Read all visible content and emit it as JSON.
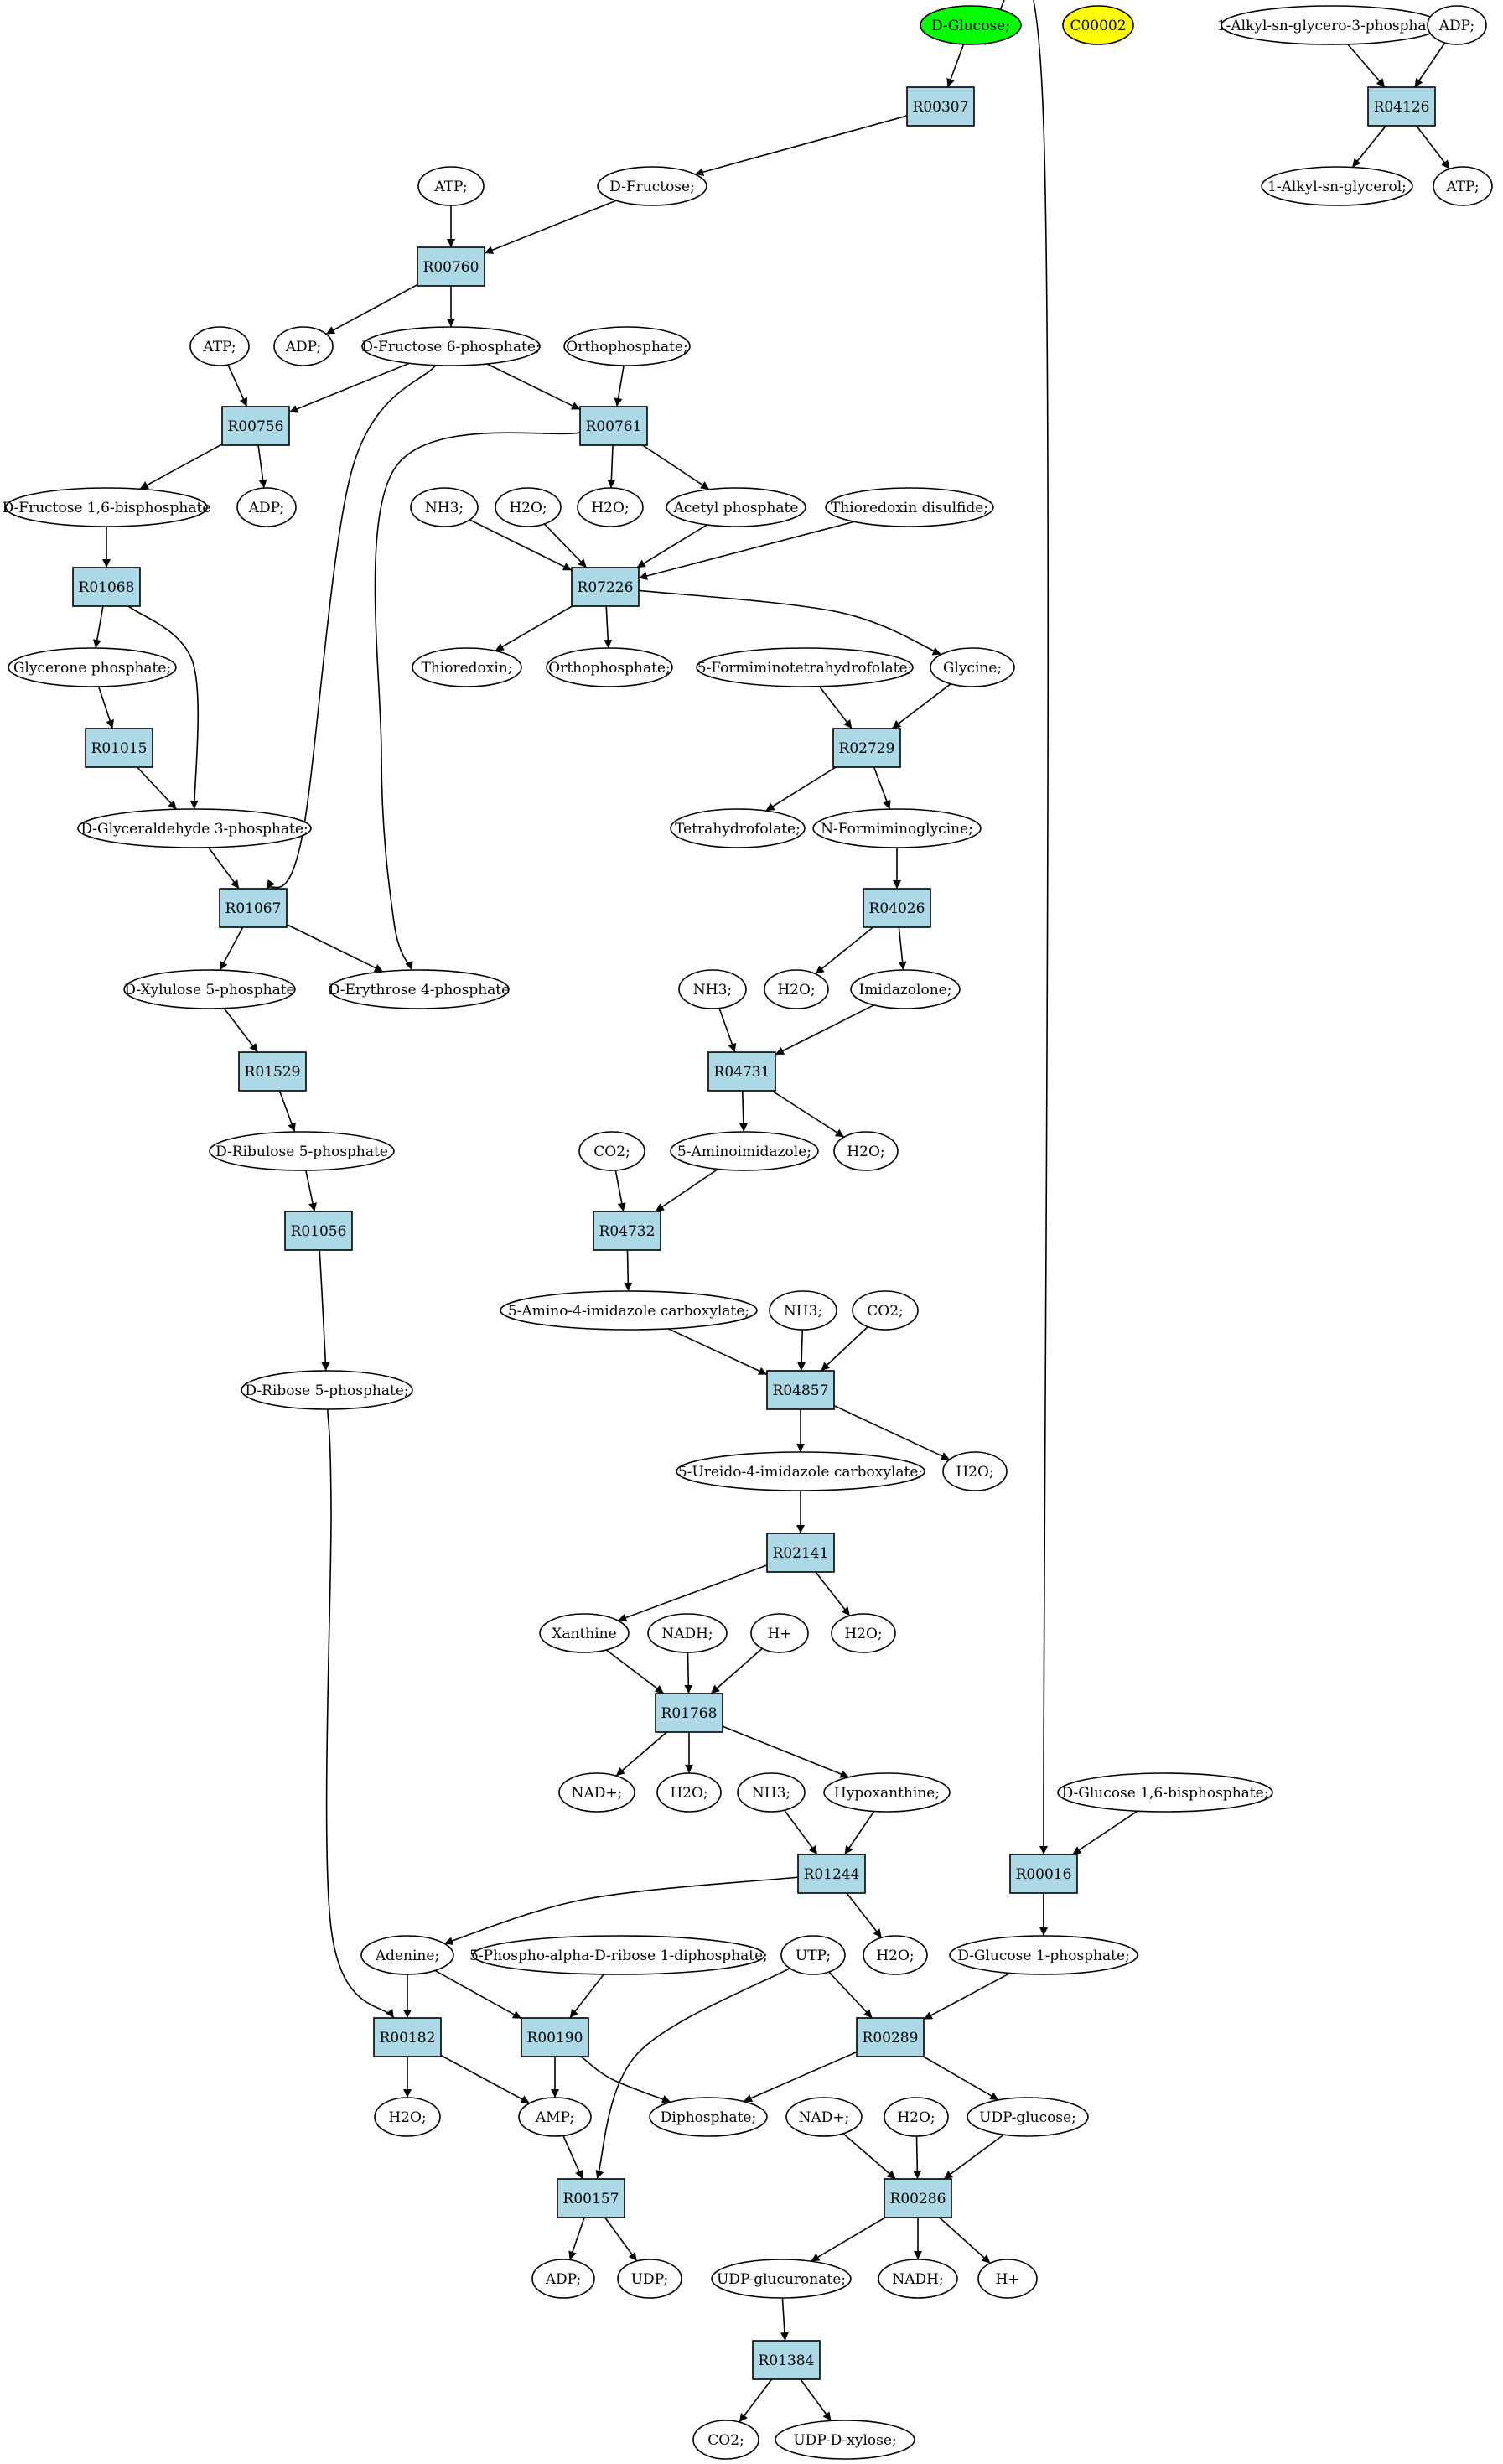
{
  "colors": {
    "root_fill": "#00ff00",
    "orphan_fill": "#ffff00",
    "reaction_fill": "#add8e6",
    "metabolite_fill": "#ffffff",
    "edge": "#000000"
  },
  "nodes": {
    "D_Glucose": {
      "label": "D-Glucose;",
      "kind": "metabolite",
      "style": "root"
    },
    "C00002": {
      "label": "C00002",
      "kind": "metabolite",
      "style": "orphan"
    },
    "Alkyl_G3P": {
      "label": "1-Alkyl-sn-glycero-3-phosphate;",
      "kind": "metabolite"
    },
    "ADP_top": {
      "label": "ADP;",
      "kind": "metabolite"
    },
    "R00307": {
      "label": "R00307",
      "kind": "reaction"
    },
    "R04126": {
      "label": "R04126",
      "kind": "reaction"
    },
    "ATP_1": {
      "label": "ATP;",
      "kind": "metabolite"
    },
    "D_Fructose": {
      "label": "D-Fructose;",
      "kind": "metabolite"
    },
    "Alkyl_glycerol": {
      "label": "1-Alkyl-sn-glycerol;",
      "kind": "metabolite"
    },
    "ATP_top": {
      "label": "ATP;",
      "kind": "metabolite"
    },
    "R00760": {
      "label": "R00760",
      "kind": "reaction"
    },
    "ATP_2": {
      "label": "ATP;",
      "kind": "metabolite"
    },
    "ADP_1": {
      "label": "ADP;",
      "kind": "metabolite"
    },
    "F6P": {
      "label": "D-Fructose 6-phosphate;",
      "kind": "metabolite"
    },
    "Orthophosphate_1": {
      "label": "Orthophosphate;",
      "kind": "metabolite"
    },
    "R00756": {
      "label": "R00756",
      "kind": "reaction"
    },
    "R00761": {
      "label": "R00761",
      "kind": "reaction"
    },
    "F16BP": {
      "label": "D-Fructose 1,6-bisphosphate",
      "kind": "metabolite"
    },
    "ADP_2": {
      "label": "ADP;",
      "kind": "metabolite"
    },
    "NH3_1": {
      "label": "NH3;",
      "kind": "metabolite"
    },
    "H2O_1": {
      "label": "H2O;",
      "kind": "metabolite"
    },
    "H2O_2": {
      "label": "H2O;",
      "kind": "metabolite"
    },
    "Acetyl_phosphate": {
      "label": "Acetyl phosphate",
      "kind": "metabolite"
    },
    "Thioredoxin_disulfide": {
      "label": "Thioredoxin disulfide;",
      "kind": "metabolite"
    },
    "R01068": {
      "label": "R01068",
      "kind": "reaction"
    },
    "R07226": {
      "label": "R07226",
      "kind": "reaction"
    },
    "Glycerone_phosphate": {
      "label": "Glycerone phosphate;",
      "kind": "metabolite"
    },
    "Thioredoxin": {
      "label": "Thioredoxin;",
      "kind": "metabolite"
    },
    "Orthophosphate_2": {
      "label": "Orthophosphate;",
      "kind": "metabolite"
    },
    "Formiminotetrahydrofolate": {
      "label": "5-Formiminotetrahydrofolate;",
      "kind": "metabolite"
    },
    "Glycine": {
      "label": "Glycine;",
      "kind": "metabolite"
    },
    "R01015": {
      "label": "R01015",
      "kind": "reaction"
    },
    "R02729": {
      "label": "R02729",
      "kind": "reaction"
    },
    "GA3P": {
      "label": "D-Glyceraldehyde 3-phosphate;",
      "kind": "metabolite"
    },
    "Tetrahydrofolate": {
      "label": "Tetrahydrofolate;",
      "kind": "metabolite"
    },
    "N_Formiminoglycine": {
      "label": "N-Formiminoglycine;",
      "kind": "metabolite"
    },
    "R01067": {
      "label": "R01067",
      "kind": "reaction"
    },
    "R04026": {
      "label": "R04026",
      "kind": "reaction"
    },
    "Xu5P": {
      "label": "D-Xylulose 5-phosphate",
      "kind": "metabolite"
    },
    "E4P": {
      "label": "D-Erythrose 4-phosphate",
      "kind": "metabolite"
    },
    "NH3_2": {
      "label": "NH3;",
      "kind": "metabolite"
    },
    "H2O_3": {
      "label": "H2O;",
      "kind": "metabolite"
    },
    "Imidazolone": {
      "label": "Imidazolone;",
      "kind": "metabolite"
    },
    "R01529": {
      "label": "R01529",
      "kind": "reaction"
    },
    "R04731": {
      "label": "R04731",
      "kind": "reaction"
    },
    "Ru5P": {
      "label": "D-Ribulose 5-phosphate",
      "kind": "metabolite"
    },
    "CO2_1": {
      "label": "CO2;",
      "kind": "metabolite"
    },
    "Aminoimidazole": {
      "label": "5-Aminoimidazole;",
      "kind": "metabolite"
    },
    "H2O_4": {
      "label": "H2O;",
      "kind": "metabolite"
    },
    "R01056": {
      "label": "R01056",
      "kind": "reaction"
    },
    "R04732": {
      "label": "R04732",
      "kind": "reaction"
    },
    "AICA": {
      "label": "5-Amino-4-imidazole carboxylate;",
      "kind": "metabolite"
    },
    "NH3_3": {
      "label": "NH3;",
      "kind": "metabolite"
    },
    "CO2_2": {
      "label": "CO2;",
      "kind": "metabolite"
    },
    "R5P": {
      "label": "D-Ribose 5-phosphate;",
      "kind": "metabolite"
    },
    "R04857": {
      "label": "R04857",
      "kind": "reaction"
    },
    "Ureido": {
      "label": "5-Ureido-4-imidazole carboxylate;",
      "kind": "metabolite"
    },
    "H2O_5": {
      "label": "H2O;",
      "kind": "metabolite"
    },
    "R02141": {
      "label": "R02141",
      "kind": "reaction"
    },
    "Xanthine": {
      "label": "Xanthine",
      "kind": "metabolite"
    },
    "NADH_1": {
      "label": "NADH;",
      "kind": "metabolite"
    },
    "Hplus_1": {
      "label": "H+",
      "kind": "metabolite"
    },
    "H2O_6": {
      "label": "H2O;",
      "kind": "metabolite"
    },
    "R01768": {
      "label": "R01768",
      "kind": "reaction"
    },
    "NADplus_1": {
      "label": "NAD+;",
      "kind": "metabolite"
    },
    "H2O_7": {
      "label": "H2O;",
      "kind": "metabolite"
    },
    "NH3_4": {
      "label": "NH3;",
      "kind": "metabolite"
    },
    "Hypoxanthine": {
      "label": "Hypoxanthine;",
      "kind": "metabolite"
    },
    "G16BP": {
      "label": "D-Glucose 1,6-bisphosphate;",
      "kind": "metabolite"
    },
    "R01244": {
      "label": "R01244",
      "kind": "reaction"
    },
    "R00016": {
      "label": "R00016",
      "kind": "reaction"
    },
    "Adenine": {
      "label": "Adenine;",
      "kind": "metabolite"
    },
    "PRPP": {
      "label": "5-Phospho-alpha-D-ribose 1-diphosphate;",
      "kind": "metabolite"
    },
    "UTP": {
      "label": "UTP;",
      "kind": "metabolite"
    },
    "H2O_8": {
      "label": "H2O;",
      "kind": "metabolite"
    },
    "G1P": {
      "label": "D-Glucose 1-phosphate;",
      "kind": "metabolite"
    },
    "R00182": {
      "label": "R00182",
      "kind": "reaction"
    },
    "R00190": {
      "label": "R00190",
      "kind": "reaction"
    },
    "R00289": {
      "label": "R00289",
      "kind": "reaction"
    },
    "H2O_9": {
      "label": "H2O;",
      "kind": "metabolite"
    },
    "AMP": {
      "label": "AMP;",
      "kind": "metabolite"
    },
    "Diphosphate": {
      "label": "Diphosphate;",
      "kind": "metabolite"
    },
    "NADplus_2": {
      "label": "NAD+;",
      "kind": "metabolite"
    },
    "H2O_10": {
      "label": "H2O;",
      "kind": "metabolite"
    },
    "UDP_glucose": {
      "label": "UDP-glucose;",
      "kind": "metabolite"
    },
    "R00157": {
      "label": "R00157",
      "kind": "reaction"
    },
    "R00286": {
      "label": "R00286",
      "kind": "reaction"
    },
    "ADP_3": {
      "label": "ADP;",
      "kind": "metabolite"
    },
    "UDP": {
      "label": "UDP;",
      "kind": "metabolite"
    },
    "UDP_glucuronate": {
      "label": "UDP-glucuronate;",
      "kind": "metabolite"
    },
    "NADH_2": {
      "label": "NADH;",
      "kind": "metabolite"
    },
    "Hplus_2": {
      "label": "H+",
      "kind": "metabolite"
    },
    "R01384": {
      "label": "R01384",
      "kind": "reaction"
    },
    "CO2_3": {
      "label": "CO2;",
      "kind": "metabolite"
    },
    "UDP_xylose": {
      "label": "UDP-D-xylose;",
      "kind": "metabolite"
    }
  },
  "edges": [
    [
      "D_Glucose",
      "R00307"
    ],
    [
      "R00307",
      "D_Fructose"
    ],
    [
      "D_Glucose",
      "R00016"
    ],
    [
      "Alkyl_G3P",
      "R04126"
    ],
    [
      "ADP_top",
      "R04126"
    ],
    [
      "R04126",
      "Alkyl_glycerol"
    ],
    [
      "R04126",
      "ATP_top"
    ],
    [
      "ATP_1",
      "R00760"
    ],
    [
      "D_Fructose",
      "R00760"
    ],
    [
      "R00760",
      "ADP_1"
    ],
    [
      "R00760",
      "F6P"
    ],
    [
      "ATP_2",
      "R00756"
    ],
    [
      "F6P",
      "R00756"
    ],
    [
      "R00756",
      "F16BP"
    ],
    [
      "R00756",
      "ADP_2"
    ],
    [
      "F6P",
      "R00761"
    ],
    [
      "Orthophosphate_1",
      "R00761"
    ],
    [
      "R00761",
      "H2O_2"
    ],
    [
      "R00761",
      "Acetyl_phosphate"
    ],
    [
      "F6P",
      "R01067"
    ],
    [
      "R00761",
      "E4P"
    ],
    [
      "NH3_1",
      "R07226"
    ],
    [
      "H2O_1",
      "R07226"
    ],
    [
      "Acetyl_phosphate",
      "R07226"
    ],
    [
      "Thioredoxin_disulfide",
      "R07226"
    ],
    [
      "R07226",
      "Thioredoxin"
    ],
    [
      "R07226",
      "Orthophosphate_2"
    ],
    [
      "R07226",
      "Glycine"
    ],
    [
      "F16BP",
      "R01068"
    ],
    [
      "R01068",
      "Glycerone_phosphate"
    ],
    [
      "R01068",
      "GA3P"
    ],
    [
      "Glycerone_phosphate",
      "R01015"
    ],
    [
      "R01015",
      "GA3P"
    ],
    [
      "Formiminotetrahydrofolate",
      "R02729"
    ],
    [
      "Glycine",
      "R02729"
    ],
    [
      "R02729",
      "Tetrahydrofolate"
    ],
    [
      "R02729",
      "N_Formiminoglycine"
    ],
    [
      "GA3P",
      "R01067"
    ],
    [
      "R01067",
      "Xu5P"
    ],
    [
      "R01067",
      "E4P"
    ],
    [
      "N_Formiminoglycine",
      "R04026"
    ],
    [
      "R04026",
      "H2O_3"
    ],
    [
      "R04026",
      "Imidazolone"
    ],
    [
      "Xu5P",
      "R01529"
    ],
    [
      "R01529",
      "Ru5P"
    ],
    [
      "NH3_2",
      "R04731"
    ],
    [
      "Imidazolone",
      "R04731"
    ],
    [
      "R04731",
      "Aminoimidazole"
    ],
    [
      "R04731",
      "H2O_4"
    ],
    [
      "Ru5P",
      "R01056"
    ],
    [
      "R01056",
      "R5P"
    ],
    [
      "CO2_1",
      "R04732"
    ],
    [
      "Aminoimidazole",
      "R04732"
    ],
    [
      "R04732",
      "AICA"
    ],
    [
      "AICA",
      "R04857"
    ],
    [
      "NH3_3",
      "R04857"
    ],
    [
      "CO2_2",
      "R04857"
    ],
    [
      "R04857",
      "Ureido"
    ],
    [
      "R04857",
      "H2O_5"
    ],
    [
      "Ureido",
      "R02141"
    ],
    [
      "R02141",
      "Xanthine"
    ],
    [
      "R02141",
      "H2O_6"
    ],
    [
      "Xanthine",
      "R01768"
    ],
    [
      "NADH_1",
      "R01768"
    ],
    [
      "Hplus_1",
      "R01768"
    ],
    [
      "R01768",
      "NADplus_1"
    ],
    [
      "R01768",
      "H2O_7"
    ],
    [
      "R01768",
      "Hypoxanthine"
    ],
    [
      "NH3_4",
      "R01244"
    ],
    [
      "Hypoxanthine",
      "R01244"
    ],
    [
      "R01244",
      "Adenine"
    ],
    [
      "R01244",
      "H2O_8"
    ],
    [
      "G16BP",
      "R00016"
    ],
    [
      "R00016",
      "G1P"
    ],
    [
      "R5P",
      "R00182"
    ],
    [
      "Adenine",
      "R00182"
    ],
    [
      "R00182",
      "H2O_9"
    ],
    [
      "R00182",
      "AMP"
    ],
    [
      "Adenine",
      "R00190"
    ],
    [
      "PRPP",
      "R00190"
    ],
    [
      "R00190",
      "AMP"
    ],
    [
      "R00190",
      "Diphosphate"
    ],
    [
      "UTP",
      "R00289"
    ],
    [
      "G1P",
      "R00289"
    ],
    [
      "R00289",
      "Diphosphate"
    ],
    [
      "R00289",
      "UDP_glucose"
    ],
    [
      "UTP",
      "R00157"
    ],
    [
      "AMP",
      "R00157"
    ],
    [
      "R00157",
      "ADP_3"
    ],
    [
      "R00157",
      "UDP"
    ],
    [
      "NADplus_2",
      "R00286"
    ],
    [
      "H2O_10",
      "R00286"
    ],
    [
      "UDP_glucose",
      "R00286"
    ],
    [
      "R00286",
      "UDP_glucuronate"
    ],
    [
      "R00286",
      "NADH_2"
    ],
    [
      "R00286",
      "Hplus_2"
    ],
    [
      "UDP_glucuronate",
      "R01384"
    ],
    [
      "R01384",
      "CO2_3"
    ],
    [
      "R01384",
      "UDP_xylose"
    ]
  ]
}
